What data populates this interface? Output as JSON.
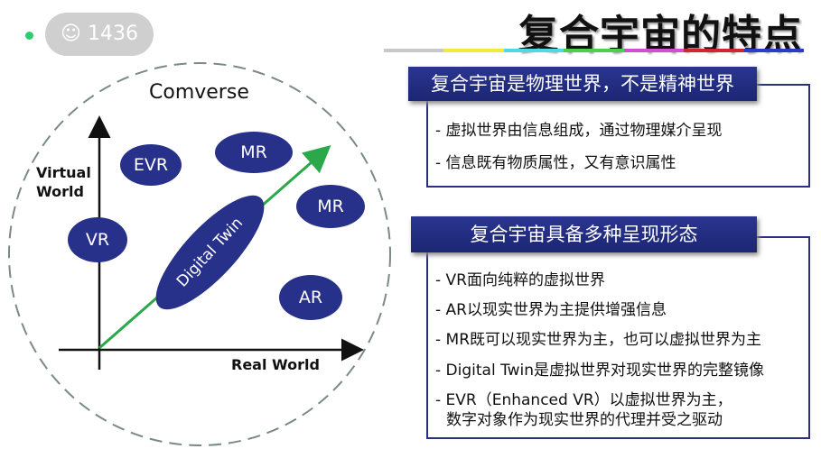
{
  "badge": {
    "count": "1436",
    "icon": "users-icon"
  },
  "title": "复合宇宙的特点",
  "color_bar": [
    "#c8c8c8",
    "#f4ea3c",
    "#4fd8e6",
    "#4ccf4c",
    "#d24fd2",
    "#d0262f",
    "#2a3cc8"
  ],
  "diagram": {
    "title": "Comverse",
    "y_axis": "Virtual World",
    "x_axis": "Real World",
    "nodes": {
      "evr": "EVR",
      "mr1": "MR",
      "mr2": "MR",
      "vr": "VR",
      "ar": "AR",
      "dt": "Digital Twin"
    }
  },
  "section1": {
    "header": "复合宇宙是物理世界，不是精神世界",
    "items": [
      "- 虚拟世界由信息组成，通过物理媒介呈现",
      "- 信息既有物质属性，又有意识属性"
    ]
  },
  "section2": {
    "header": "复合宇宙具备多种呈现形态",
    "items": [
      "- VR面向纯粹的虚拟世界",
      "- AR以现实世界为主提供增强信息",
      "- MR既可以现实世界为主，也可以虚拟世界为主",
      "- Digital Twin是虚拟世界对现实世界的完整镜像",
      "- EVR（Enhanced VR）以虚拟世界为主，",
      "数字对象作为现实世界的代理并受之驱动"
    ]
  }
}
